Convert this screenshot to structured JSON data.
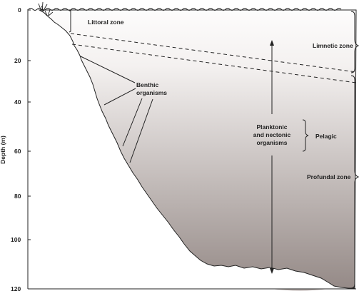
{
  "axis": {
    "label": "Depth (m)",
    "ticks": [
      "0",
      "20",
      "40",
      "60",
      "80",
      "100",
      "120"
    ]
  },
  "labels": {
    "littoral": "Littoral zone",
    "limnetic": "Limnetic zone",
    "benthic_line1": "Benthic",
    "benthic_line2": "organisms",
    "plank_line1": "Planktonic",
    "plank_line2": "and nectonic",
    "plank_line3": "organisms",
    "pelagic": "Pelagic",
    "profundal": "Profundal zone"
  },
  "colors": {
    "water_top": "#fdfcfc",
    "water_bottom": "#958a87",
    "ink": "#222222"
  }
}
